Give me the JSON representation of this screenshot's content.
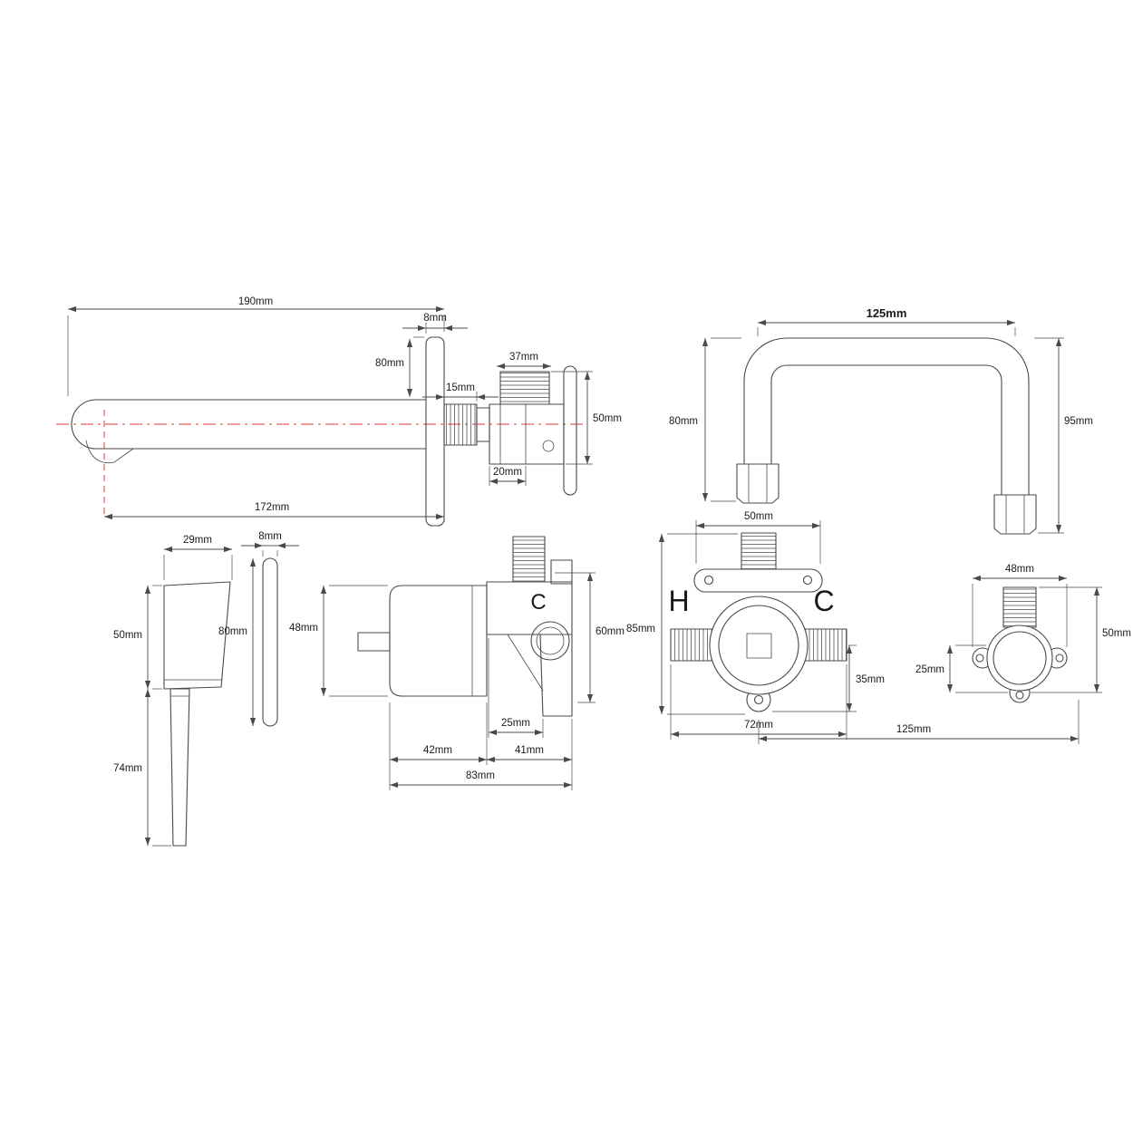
{
  "colors": {
    "line": "#4a4a4a",
    "centerline": "#e03434",
    "text": "#1a1a1a",
    "bg": "#ffffff"
  },
  "views": {
    "wall_spout": {
      "dims": {
        "length_top": "190mm",
        "plate_thickness": "8mm",
        "plate_height": "80mm",
        "thread_length": "15mm",
        "valve_width": "37mm",
        "valve_height": "50mm",
        "valve_depth": "20mm",
        "length_bottom": "172mm"
      }
    },
    "swivel_spout": {
      "dims": {
        "width": "125mm",
        "height_left": "80mm",
        "height_right": "95mm"
      }
    },
    "handle": {
      "dims": {
        "width": "29mm",
        "body_height": "50mm",
        "lever_length": "74mm"
      }
    },
    "plate": {
      "dims": {
        "thickness": "8mm",
        "height": "80mm"
      }
    },
    "valve_side": {
      "labels": {
        "cold": "C"
      },
      "dims": {
        "body_height": "48mm",
        "bracket_height": "60mm",
        "outlet_offset": "25mm",
        "body_length": "42mm",
        "bracket_length": "41mm",
        "total_length": "83mm"
      }
    },
    "valve_front": {
      "labels": {
        "hot": "H",
        "cold": "C"
      },
      "dims": {
        "bracket_width": "50mm",
        "total_height": "85mm",
        "tab_offset": "35mm",
        "pipe_span": "72mm"
      }
    },
    "valve_back": {
      "dims": {
        "width": "48mm",
        "height": "50mm",
        "tab_offset": "25mm",
        "spacing": "125mm"
      }
    }
  }
}
